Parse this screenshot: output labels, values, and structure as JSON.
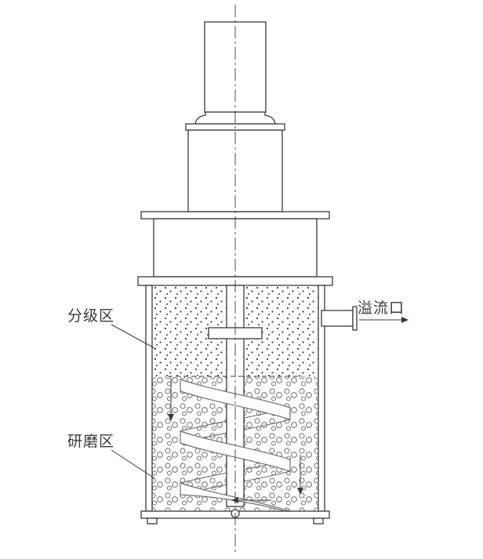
{
  "diagram": {
    "labels": {
      "classification_zone": "分级区",
      "grinding_zone": "研磨区",
      "overflow_outlet": "溢流口"
    },
    "colors": {
      "line": "#3a3a3a",
      "light_line": "#6e6e6e",
      "background": "#ffffff"
    }
  }
}
